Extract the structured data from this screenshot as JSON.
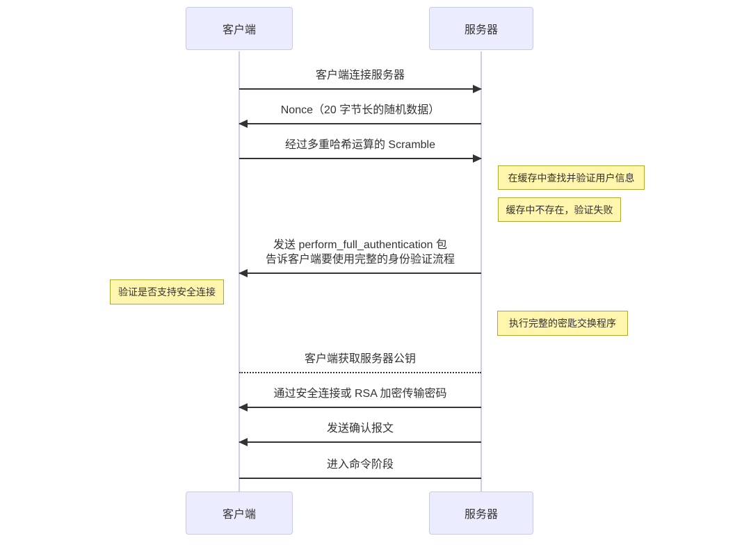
{
  "diagram": {
    "type": "sequence-diagram",
    "actors": [
      {
        "id": "client",
        "label": "客户端"
      },
      {
        "id": "server",
        "label": "服务器"
      }
    ],
    "messages": [
      {
        "from": "client",
        "to": "server",
        "text": "客户端连接服务器",
        "line": "solid",
        "arrow": "filled"
      },
      {
        "from": "server",
        "to": "client",
        "text": "Nonce（20 字节长的随机数据）",
        "line": "solid",
        "arrow": "filled"
      },
      {
        "from": "client",
        "to": "server",
        "text": "经过多重哈希运算的 Scramble",
        "line": "solid",
        "arrow": "filled"
      },
      {
        "from": "server",
        "to": "client",
        "text": "发送 perform_full_authentication 包\n告诉客户端要使用完整的身份验证流程",
        "line": "solid",
        "arrow": "filled"
      },
      {
        "from": "client",
        "to": "server",
        "text": "客户端获取服务器公钥",
        "line": "dotted",
        "arrow": "none"
      },
      {
        "from": "server",
        "to": "client",
        "text": "通过安全连接或 RSA 加密传输密码",
        "line": "solid",
        "arrow": "filled"
      },
      {
        "from": "server",
        "to": "client",
        "text": "发送确认报文",
        "line": "solid",
        "arrow": "filled"
      },
      {
        "from": "client",
        "to": "server",
        "text": "进入命令阶段",
        "line": "solid",
        "arrow": "none"
      }
    ],
    "notes": [
      {
        "position": "right-of-server",
        "text": "在缓存中查找并验证用户信息"
      },
      {
        "position": "right-of-server",
        "text": "缓存中不存在，验证失败"
      },
      {
        "position": "left-of-client",
        "text": "验证是否支持安全连接"
      },
      {
        "position": "right-of-server",
        "text": "执行完整的密匙交换程序"
      }
    ],
    "colors": {
      "actor_fill": "#ECECFF",
      "actor_border": "#C9C9F0",
      "note_fill": "#FFF5AD",
      "note_border": "#AAAA33",
      "message_line": "#333333",
      "lifeline": "#CFCBEF",
      "text": "#333333",
      "background": "#FFFFFF"
    }
  }
}
